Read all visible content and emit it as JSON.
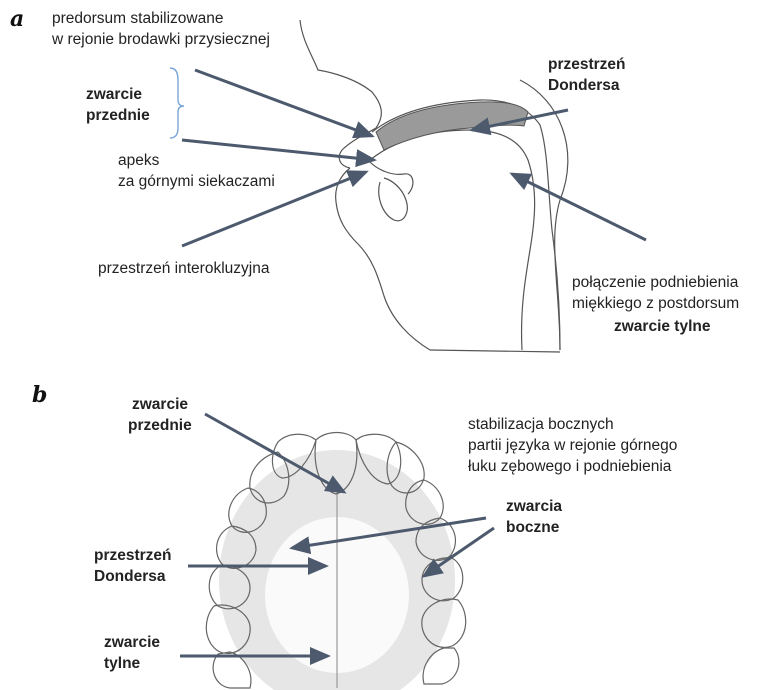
{
  "panel_a": {
    "letter": "a",
    "label_predorsum_1": "predorsum stabilizowane",
    "label_predorsum_2": "w rejonie brodawki przysiecznej",
    "label_zwarcie_przednie_1": "zwarcie",
    "label_zwarcie_przednie_2": "przednie",
    "label_apeks_1": "apeks",
    "label_apeks_2": "za górnymi siekaczami",
    "label_interokluzyjna": "przestrzeń interokluzyjna",
    "label_dondersa_1": "przestrzeń",
    "label_dondersa_2": "Dondersa",
    "label_polaczenie_1": "połączenie podniebienia",
    "label_polaczenie_2": "miękkiego z postdorsum",
    "label_zwarcie_tylne": "zwarcie tylne"
  },
  "panel_b": {
    "letter": "b",
    "label_zwarcie_przednie_1": "zwarcie",
    "label_zwarcie_przednie_2": "przednie",
    "label_stabilizacja_1": "stabilizacja bocznych",
    "label_stabilizacja_2": "partii języka w rejonie górnego",
    "label_stabilizacja_3": "łuku zębowego i podniebienia",
    "label_zwarcia_boczne_1": "zwarcia",
    "label_zwarcia_boczne_2": "boczne",
    "label_dondersa_1": "przestrzeń",
    "label_dondersa_2": "Dondersa",
    "label_zwarcie_tylne_1": "zwarcie",
    "label_zwarcie_tylne_2": "tylne"
  },
  "colors": {
    "arrow": "#4d5a6e",
    "bracket": "#7aa6d6",
    "sketch": "#555555",
    "palate_fill": "#9a9a9a"
  }
}
